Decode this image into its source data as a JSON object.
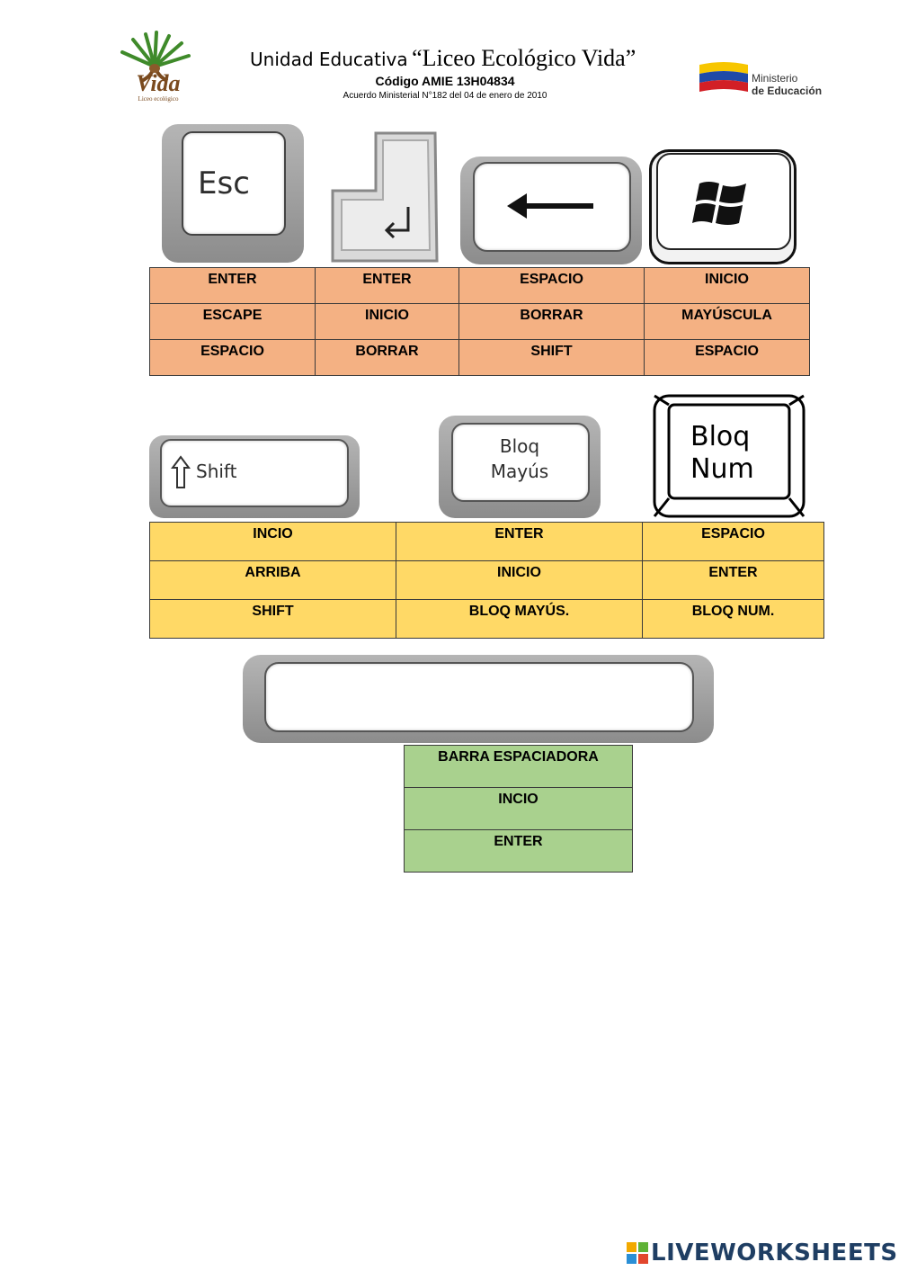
{
  "header": {
    "logo_text": "Vida",
    "logo_subtext": "Liceo ecológico",
    "school_prefix": "Unidad Educativa",
    "school_name": "“Liceo Ecológico Vida”",
    "amie_code": "Código AMIE 13H04834",
    "agreement": "Acuerdo Ministerial N°182 del 04 de enero de 2010",
    "ministry_line1": "Ministerio",
    "ministry_line2": "de Educación"
  },
  "keys_row1": {
    "esc_label": "Esc",
    "enter_icon": "enter-arrow-icon",
    "backspace_icon": "left-arrow-icon",
    "windows_icon": "windows-logo-icon"
  },
  "table1": {
    "rows": [
      [
        "ENTER",
        "ENTER",
        "ESPACIO",
        "INICIO"
      ],
      [
        "ESCAPE",
        "INICIO",
        "BORRAR",
        "MAYÚSCULA"
      ],
      [
        "ESPACIO",
        "BORRAR",
        "SHIFT",
        "ESPACIO"
      ]
    ]
  },
  "keys_row2": {
    "shift_label": "Shift",
    "capslock_line1": "Bloq",
    "capslock_line2": "Mayús",
    "numlock_line1": "Bloq",
    "numlock_line2": "Num"
  },
  "table2": {
    "rows": [
      [
        "INCIO",
        "ENTER",
        "ESPACIO"
      ],
      [
        "ARRIBA",
        "INICIO",
        "ENTER"
      ],
      [
        "SHIFT",
        "BLOQ MAYÚS.",
        "BLOQ NUM."
      ]
    ]
  },
  "table3": {
    "rows": [
      [
        "BARRA ESPACIADORA"
      ],
      [
        "INCIO"
      ],
      [
        "ENTER"
      ]
    ]
  },
  "footer": {
    "brand": "LIVEWORKSHEETS"
  },
  "colors": {
    "table1_bg": "#f4b183",
    "table2_bg": "#ffd966",
    "table3_bg": "#a9d18e",
    "brand_blue": "#1f3e63"
  }
}
